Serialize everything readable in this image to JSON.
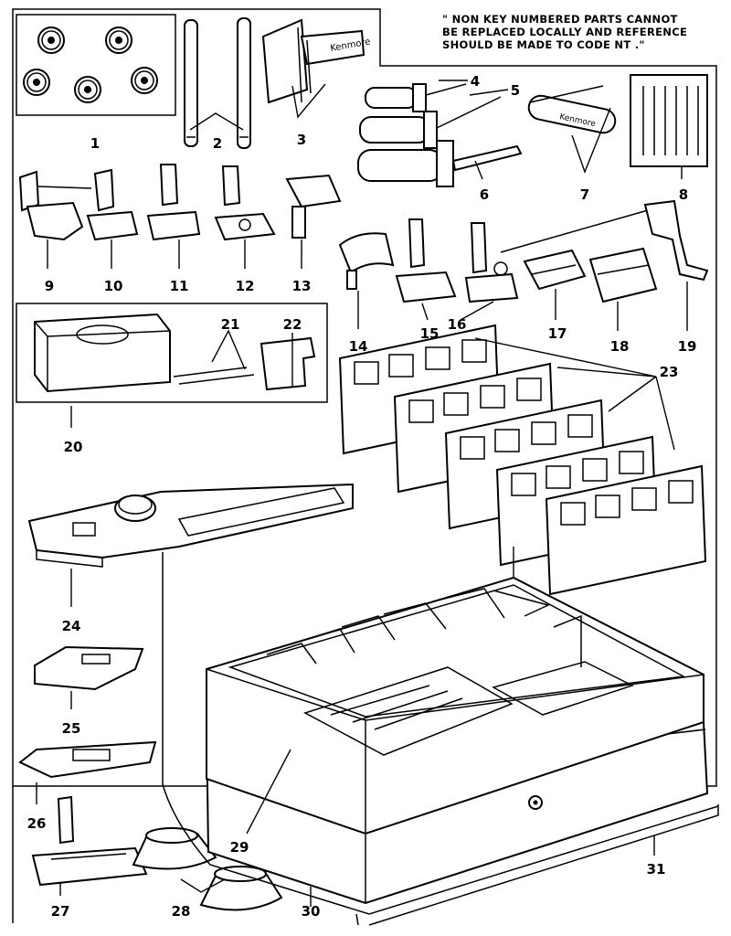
{
  "note": {
    "line1": "\" NON KEY NUMBERED PARTS CANNOT",
    "line2": "BE REPLACED LOCALLY AND REFERENCE",
    "line3": "SHOULD BE MADE TO CODE NT .\""
  },
  "brand_marks": {
    "hemmer": "Kenmore",
    "tool": "Kenmore"
  },
  "callouts": [
    "1",
    "2",
    "3",
    "4",
    "5",
    "6",
    "7",
    "8",
    "9",
    "10",
    "11",
    "12",
    "13",
    "14",
    "15",
    "16",
    "17",
    "18",
    "19",
    "20",
    "21",
    "22",
    "23",
    "24",
    "25",
    "26",
    "27",
    "28",
    "29",
    "30",
    "31"
  ]
}
